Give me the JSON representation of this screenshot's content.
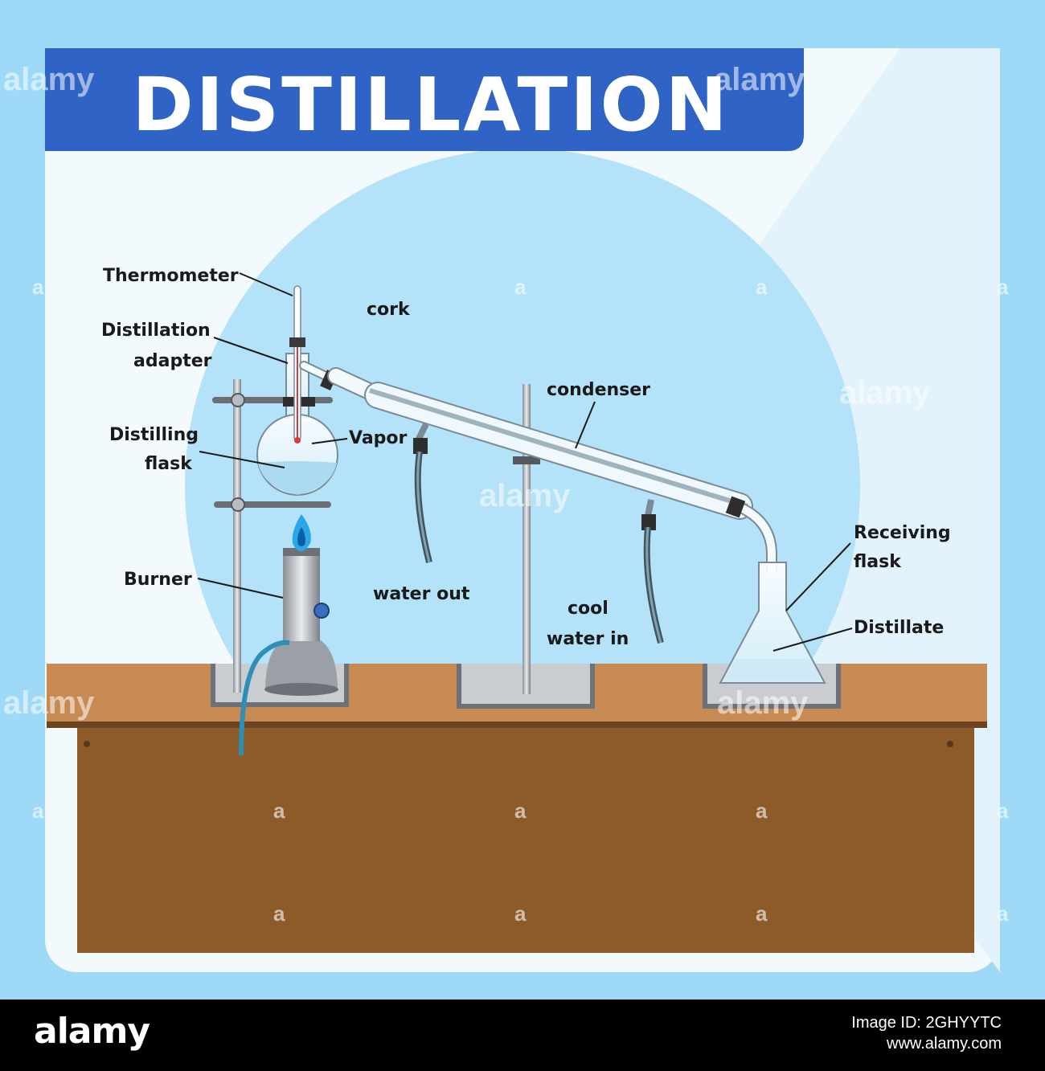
{
  "title": "DISTILLATION",
  "labels": {
    "thermometer": "Thermometer",
    "distillation_adapter_1": "Distillation",
    "distillation_adapter_2": "adapter",
    "distilling_flask_1": "Distilling",
    "distilling_flask_2": "flask",
    "burner": "Burner",
    "cork": "cork",
    "vapor": "Vapor",
    "condenser": "condenser",
    "water_out": "water out",
    "cool_water_in_1": "cool",
    "cool_water_in_2": "water in",
    "receiving_flask_1": "Receiving",
    "receiving_flask_2": "flask",
    "distillate": "Distillate"
  },
  "watermark": {
    "brand": "alamy",
    "mark": "a"
  },
  "footer": {
    "brand": "alamy",
    "image_id": "Image ID: 2GHYYTC",
    "site": "www.alamy.com"
  },
  "colors": {
    "background": "#9fd9f8",
    "title_band": "#2f63c6",
    "panel": "#f3fafe",
    "circle": "#b4e2f9",
    "table_top": "#c68a52",
    "table_body": "#8d5a29",
    "flame": "#2aa7e8",
    "hose": "#2d8fb6"
  }
}
